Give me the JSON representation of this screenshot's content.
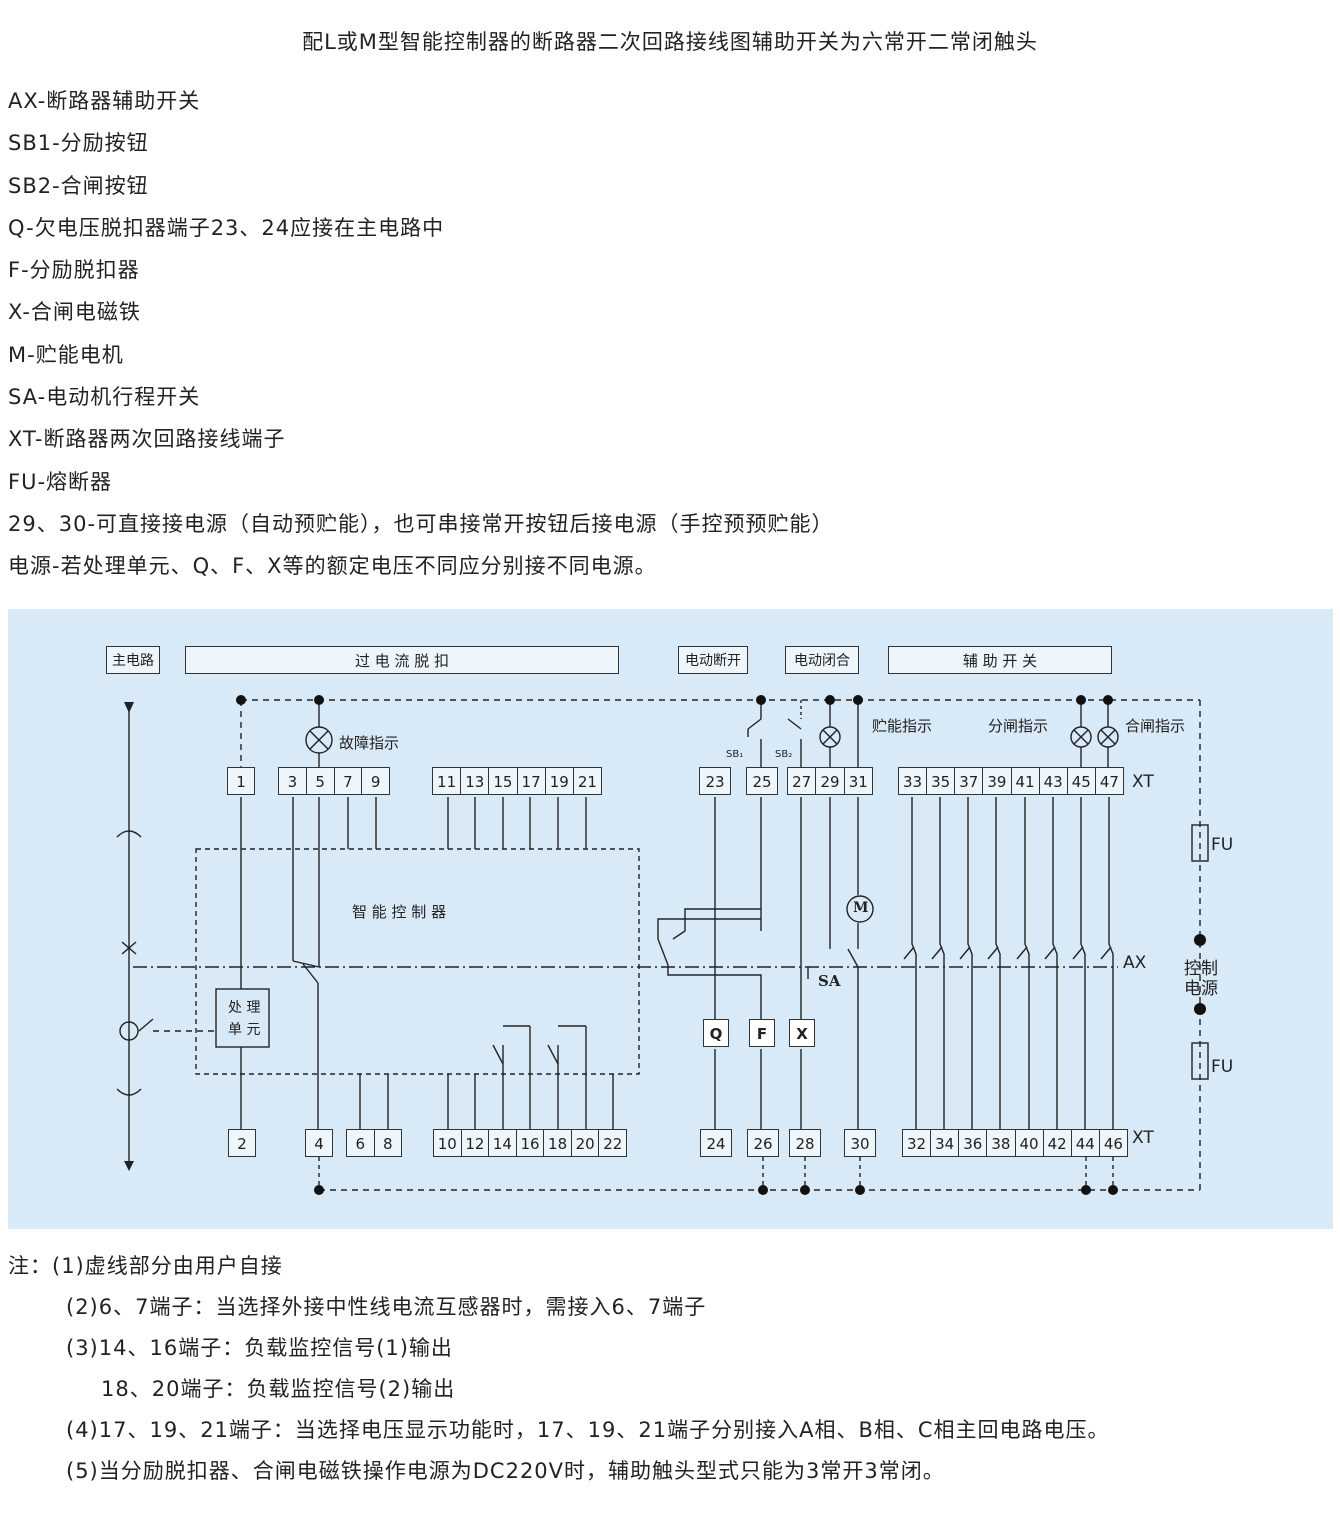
{
  "title": "配L或M型智能控制器的断路器二次回路接线图辅助开关为六常开二常闭触头",
  "legend": [
    "AX-断路器辅助开关",
    "SB1-分励按钮",
    "SB2-合闸按钮",
    "Q-欠电压脱扣器端子23、24应接在主电路中",
    "F-分励脱扣器",
    "X-合闸电磁铁",
    "M-贮能电机",
    "SA-电动机行程开关",
    "XT-断路器两次回路接线端子",
    "FU-熔断器",
    "29、30-可直接接电源（自动预贮能），也可串接常开按钮后接电源（手控预预贮能）",
    "电源-若处理单元、Q、F、X等的额定电压不同应分别接不同电源。"
  ],
  "diagram": {
    "headers": {
      "main_circuit": "主电路",
      "overcurrent": "过 电 流 脱 扣",
      "motor_open": "电动断开",
      "motor_close": "电动闭合",
      "aux_switch": "辅 助 开 关"
    },
    "labels": {
      "fault": "故障指示",
      "store": "贮能指示",
      "open_ind": "分闸指示",
      "close_ind": "合闸指示",
      "controller": "智 能 控 制 器",
      "unit_line1": "处 理",
      "unit_line2": "单 元",
      "xt_top": "XT",
      "xt_bottom": "XT",
      "ax": "AX",
      "sa": "SA",
      "fu_top": "FU",
      "fu_bottom": "FU",
      "power_line1": "控制",
      "power_line2": "电源",
      "sb1": "SB₁",
      "sb2": "SB₂",
      "q": "Q",
      "f": "F",
      "x": "X",
      "m": "M"
    },
    "top_terminals": {
      "t1": [
        "1"
      ],
      "t3": [
        "3",
        "5",
        "7",
        "9"
      ],
      "t11": [
        "11",
        "13",
        "15",
        "17",
        "19",
        "21"
      ],
      "t23": [
        "23"
      ],
      "t25": [
        "25"
      ],
      "t27": [
        "27",
        "29",
        "31"
      ],
      "t33": [
        "33",
        "35",
        "37",
        "39",
        "41",
        "43",
        "45",
        "47"
      ]
    },
    "bottom_terminals": {
      "b2": [
        "2"
      ],
      "b4": [
        "4"
      ],
      "b6": [
        "6",
        "8"
      ],
      "b10": [
        "10",
        "12",
        "14",
        "16",
        "18",
        "20",
        "22"
      ],
      "b24": [
        "24"
      ],
      "b26": [
        "26"
      ],
      "b28": [
        "28"
      ],
      "b30": [
        "30"
      ],
      "b32": [
        "32",
        "34",
        "36",
        "38",
        "40",
        "42",
        "44",
        "46"
      ]
    }
  },
  "notes": [
    "注：(1)虚线部分由用户自接",
    "(2)6、7端子：当选择外接中性线电流互感器时，需接入6、7端子",
    "(3)14、16端子：负载监控信号(1)输出",
    "18、20端子：负载监控信号(2)输出",
    "(4)17、19、21端子：当选择电压显示功能时，17、19、21端子分别接入A相、B相、C相主回电路电压。",
    "(5)当分励脱扣器、合闸电磁铁操作电源为DC220V时，辅助触头型式只能为3常开3常闭。"
  ]
}
